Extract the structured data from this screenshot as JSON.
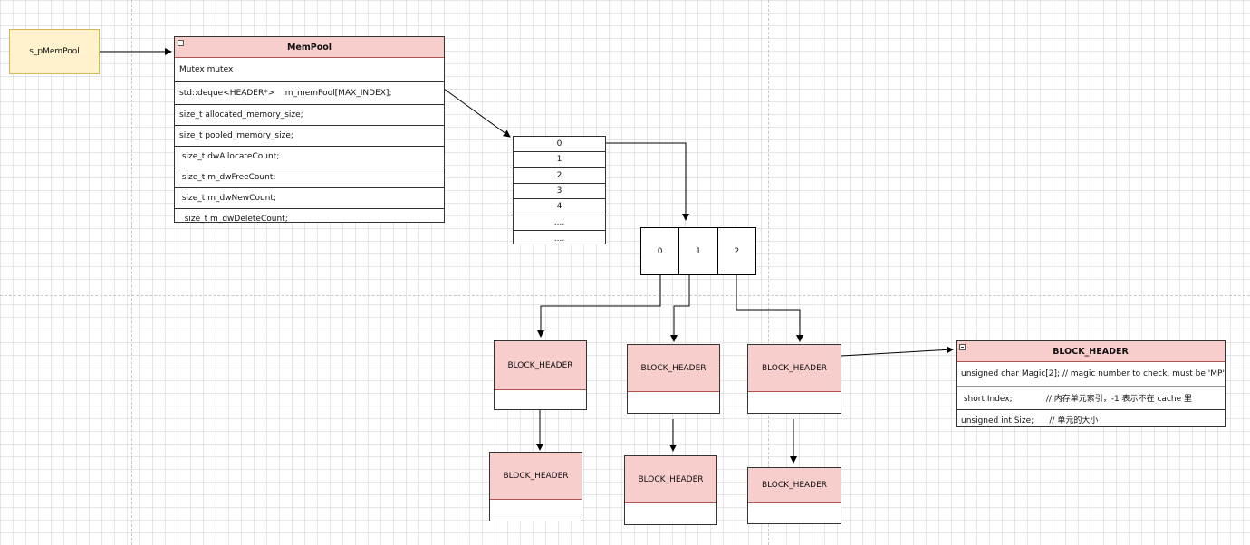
{
  "pointer": {
    "label": "s_pMemPool"
  },
  "mempool": {
    "title": "MemPool",
    "fields": [
      "Mutex mutex",
      "std::deque<HEADER*>    m_memPool[MAX_INDEX];",
      "size_t allocated_memory_size;",
      "size_t pooled_memory_size;",
      " size_t dwAllocateCount;",
      " size_t m_dwFreeCount;",
      " size_t m_dwNewCount;",
      "  size_t m_dwDeleteCount;"
    ]
  },
  "index_list": [
    "0",
    "1",
    "2",
    "3",
    "4",
    "....",
    "...."
  ],
  "index_row": [
    "0",
    "1",
    "2"
  ],
  "block_label": "BLOCK_HEADER",
  "block_header_struct": {
    "title": "BLOCK_HEADER",
    "fields": [
      "unsigned char Magic[2]; // magic number to check, must be 'MP'",
      " short Index;             // 内存单元索引，-1 表示不在 cache 里",
      "unsigned int Size;      // 单元的大小"
    ]
  },
  "colors": {
    "pointer_fill": "#fff2cc",
    "pointer_stroke": "#d6b656",
    "header_fill": "#f8cecc",
    "header_stroke": "#b85450"
  }
}
